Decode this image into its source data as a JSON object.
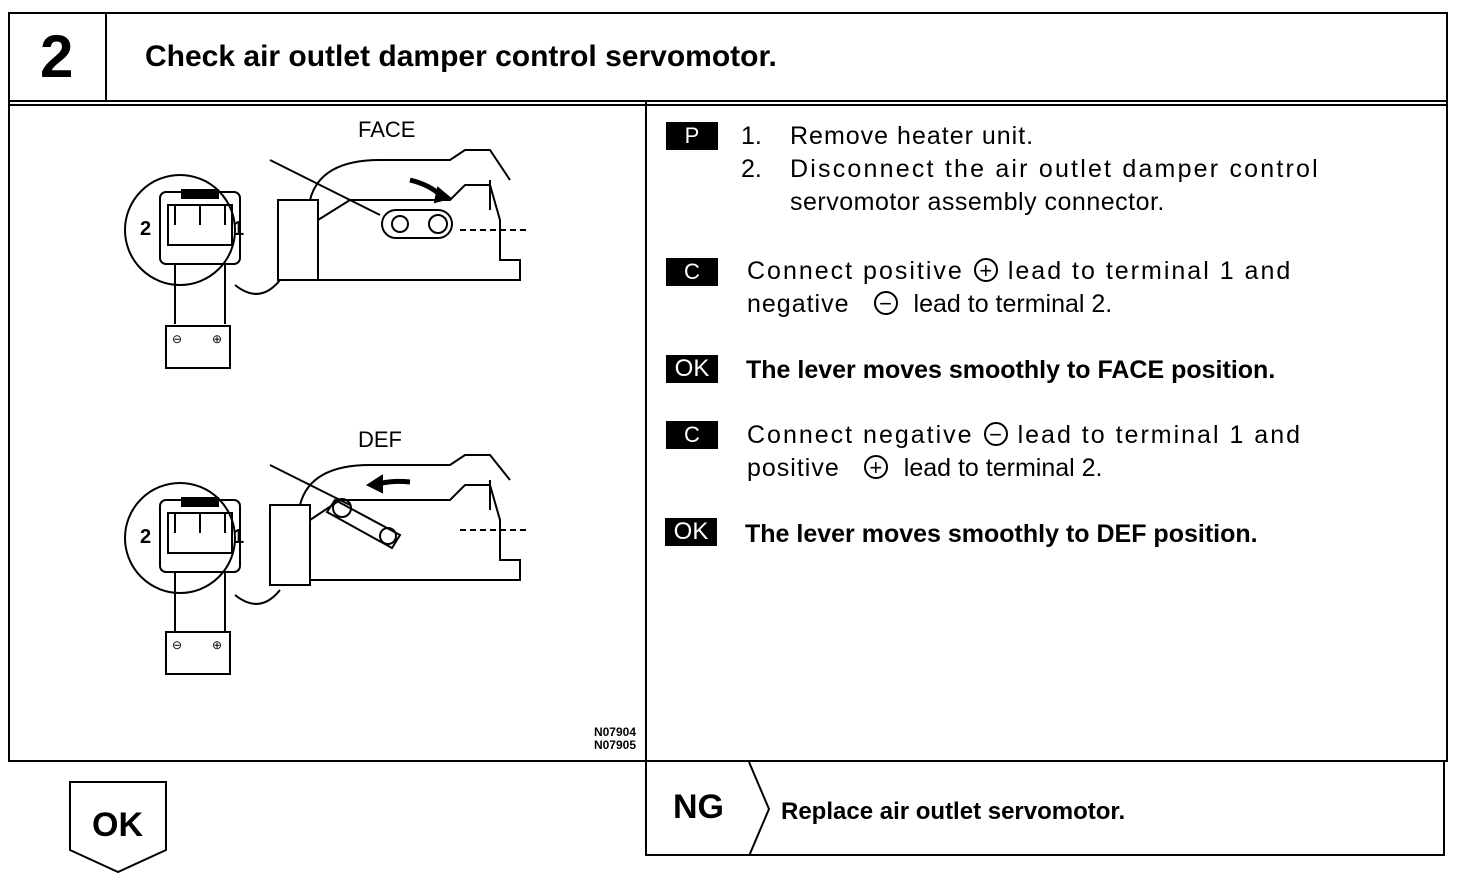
{
  "step": {
    "number": "2",
    "title": "Check air outlet damper control servomotor."
  },
  "figure": {
    "upper_caption": "FACE",
    "lower_caption": "DEF",
    "terminal_2": "2",
    "terminal_1": "1",
    "codes": [
      "N07904",
      "N07905"
    ]
  },
  "procedure": {
    "prep": {
      "tag": "P",
      "steps": [
        {
          "num": "1.",
          "text": "Remove heater unit."
        },
        {
          "num": "2.",
          "text": "Disconnect the air outlet damper control",
          "cont": "servomotor assembly connector."
        }
      ]
    },
    "check1": {
      "tag": "C",
      "line1_a": "Connect positive",
      "line1_sym": "+",
      "line1_b": "lead to terminal 1 and",
      "line2_a": "negative",
      "line2_sym": "−",
      "line2_b": "lead to terminal 2."
    },
    "ok1": {
      "tag": "OK",
      "text": "The lever moves smoothly to FACE position."
    },
    "check2": {
      "tag": "C",
      "line1_a": "Connect negative",
      "line1_sym": "−",
      "line1_b": "lead to terminal 1 and",
      "line2_a": "positive",
      "line2_sym": "+",
      "line2_b": "lead to terminal 2."
    },
    "ok2": {
      "tag": "OK",
      "text": "The lever moves smoothly to DEF position."
    }
  },
  "results": {
    "ok_label": "OK",
    "ng_label": "NG",
    "ng_action": "Replace air outlet servomotor."
  }
}
